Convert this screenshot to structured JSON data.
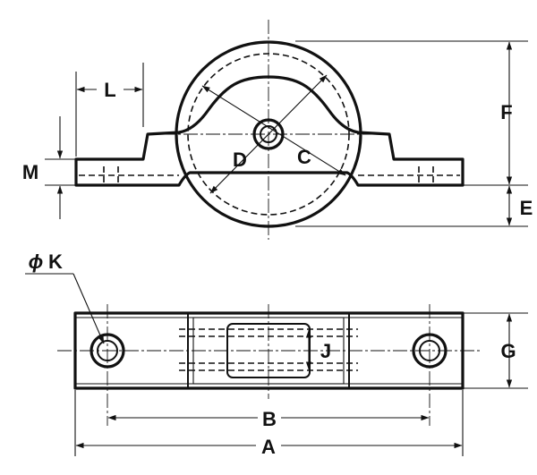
{
  "labels": {
    "L": "L",
    "M": "M",
    "F": "F",
    "E": "E",
    "C": "C",
    "D": "D",
    "K": "K",
    "K_symbol": "ϕ",
    "J": "J",
    "G": "G",
    "B": "B",
    "A": "A"
  },
  "colors": {
    "ink": "#111111",
    "paper": "#ffffff"
  },
  "arrow_glyph": "arrowhead"
}
